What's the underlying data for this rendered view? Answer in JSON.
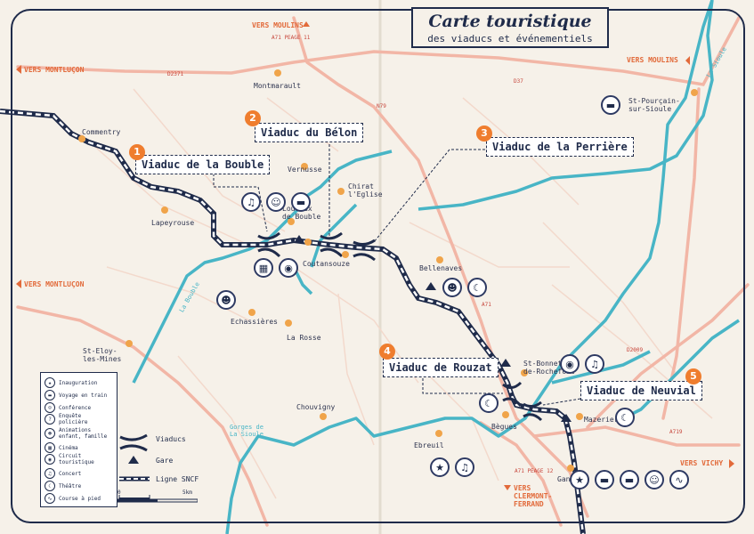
{
  "title": {
    "main": "Carte touristique",
    "subtitle": "des viaducs et événementiels"
  },
  "viaducts": [
    {
      "num": "1",
      "name": "Viaduc de la Bouble"
    },
    {
      "num": "2",
      "name": "Viaduc du Bélon"
    },
    {
      "num": "3",
      "name": "Viaduc de la Perrière"
    },
    {
      "num": "4",
      "name": "Viaduc de Rouzat"
    },
    {
      "num": "5",
      "name": "Viaduc de Neuvial"
    }
  ],
  "towns": {
    "montmarault": "Montmarault",
    "commentry": "Commentry",
    "vernusse": "Vernusse",
    "chirat": "Chirat\nl'Eglise",
    "louroux": "Louroux\nde Bouble",
    "lapeyrouse": "Lapeyrouse",
    "coutansouze": "Coutansouze",
    "bellenaves": "Bellenaves",
    "echassieres": "Echassières",
    "larosse": "La Rosse",
    "steloy": "St-Eloy-\nles-Mines",
    "stbonnet": "St-Bonnet-\nde-Rochefort",
    "saintpourcain": "St-Pourçain-\nsur-Sioule",
    "chouvigny": "Chouvigny",
    "ebreuil": "Ebreuil",
    "gannat": "Gannat",
    "mazerier": "Mazerier",
    "begues": "Bègues"
  },
  "directions": {
    "moulins_top": "VERS MOULINS",
    "moulins_right": "VERS MOULINS",
    "montlucon_top": "VERS MONTLUÇON",
    "montlucon_mid": "VERS MONTLUÇON",
    "vichy": "VERS VICHY",
    "clermont": "VERS\nCLERMONT-\nFERRAND"
  },
  "roads": {
    "a71_peage_top": "A71 PEAGE 11",
    "a71_peage_bottom": "A71 PEAGE 12",
    "a71": "A71",
    "a719": "A719",
    "n79": "N79",
    "d2371": "D2371",
    "d37": "D37",
    "d2009": "D2009"
  },
  "rivers": {
    "sioule": "La Sioule",
    "bouble": "La Bouble",
    "gorges": "Gorges de\nLa Sioule"
  },
  "legend": {
    "items": [
      {
        "icon": "★",
        "label": "Inauguration"
      },
      {
        "icon": "▬",
        "label": "Voyage en train"
      },
      {
        "icon": "☺",
        "label": "Conférence"
      },
      {
        "icon": "?",
        "label": "Enquête\npolicière"
      },
      {
        "icon": "☻",
        "label": "Animations\nenfant, famille"
      },
      {
        "icon": "▦",
        "label": "Cinéma"
      },
      {
        "icon": "◉",
        "label": "Circuit\ntouristique"
      },
      {
        "icon": "♫",
        "label": "Concert"
      },
      {
        "icon": "☾",
        "label": "Théâtre"
      },
      {
        "icon": "∿",
        "label": "Course à pied"
      }
    ],
    "viaducs": "Viaducs",
    "gare": "Gare",
    "ligne": "Ligne SNCF",
    "scale_start": "0",
    "scale_end": "5km"
  },
  "map_icons": {
    "bouble": [
      "♫",
      "☺",
      "▬"
    ],
    "bouble_lower": [
      "▦",
      "◉"
    ],
    "echassieres": [
      "☻"
    ],
    "bellenaves": [
      "☻",
      "☾"
    ],
    "stbonnet": [
      "◉",
      "♫"
    ],
    "begues": [
      "☾"
    ],
    "mazerier": [
      "☾"
    ],
    "saintpourcain": [
      "▬"
    ],
    "ebreuil": [
      "★",
      "♫"
    ],
    "gannat": [
      "★",
      "▬",
      "▬",
      "☺",
      "∿"
    ]
  },
  "colors": {
    "navy": "#1f2b4a",
    "orange": "#ef7d2e",
    "river": "#48b5c6",
    "road": "#f2b6a6"
  }
}
